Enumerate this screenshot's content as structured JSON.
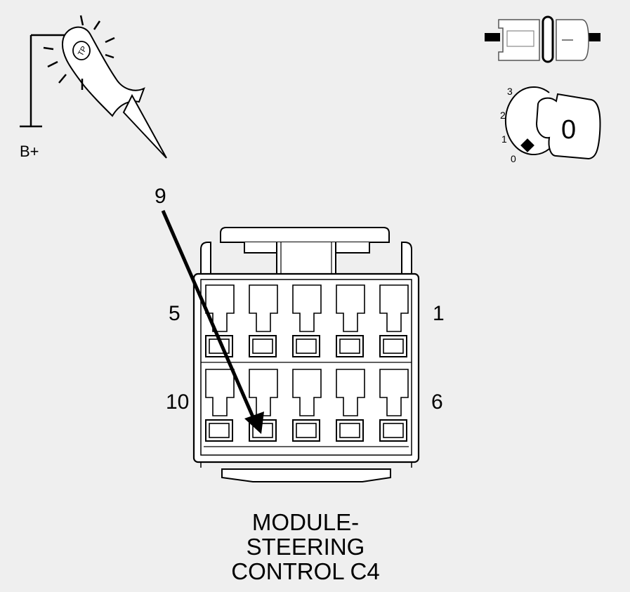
{
  "supply": {
    "label": "B+"
  },
  "probe": {
    "pin_label": "9"
  },
  "connector": {
    "pin_labels": {
      "top_left": "5",
      "top_right": "1",
      "bottom_left": "10",
      "bottom_right": "6"
    },
    "title_lines": [
      "MODULE-",
      "STEERING",
      "CONTROL C4"
    ]
  },
  "ignition": {
    "positions": [
      "3",
      "2",
      "1",
      "0"
    ],
    "key_label": "0"
  },
  "colors": {
    "background": "#efefef",
    "line": "#000000",
    "fill": "#ffffff"
  }
}
